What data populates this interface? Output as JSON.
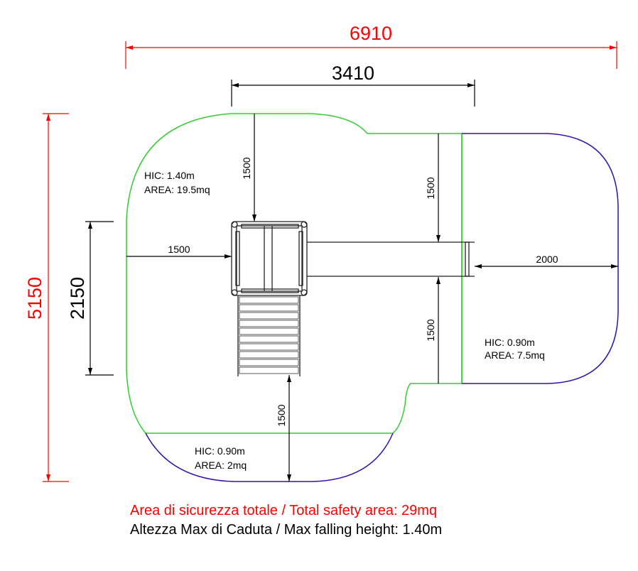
{
  "dimensions": {
    "overall_width": "6910",
    "overall_height": "5150",
    "tower_span": "3410",
    "tower_depth": "2150",
    "top_clearance": "1500",
    "right_top_clearance": "1500",
    "left_clearance": "1500",
    "slide_end_clearance": "2000",
    "right_bottom_clearance": "1500",
    "bottom_clearance": "1500"
  },
  "zones": [
    {
      "hic": "HIC: 1.40m",
      "area": "AREA: 19.5mq"
    },
    {
      "hic": "HIC: 0.90m",
      "area": "AREA: 7.5mq"
    },
    {
      "hic": "HIC: 0.90m",
      "area": "AREA: 2mq"
    }
  ],
  "summary": {
    "total_area": "Area di sicurezza totale / Total safety area: 29mq",
    "max_fall_height": "Altezza Max di Caduta / Max falling height: 1.40m"
  },
  "colors": {
    "main_zone": "#33cc33",
    "secondary_zone": "#3311aa",
    "dimension_red": "#ff0000"
  }
}
